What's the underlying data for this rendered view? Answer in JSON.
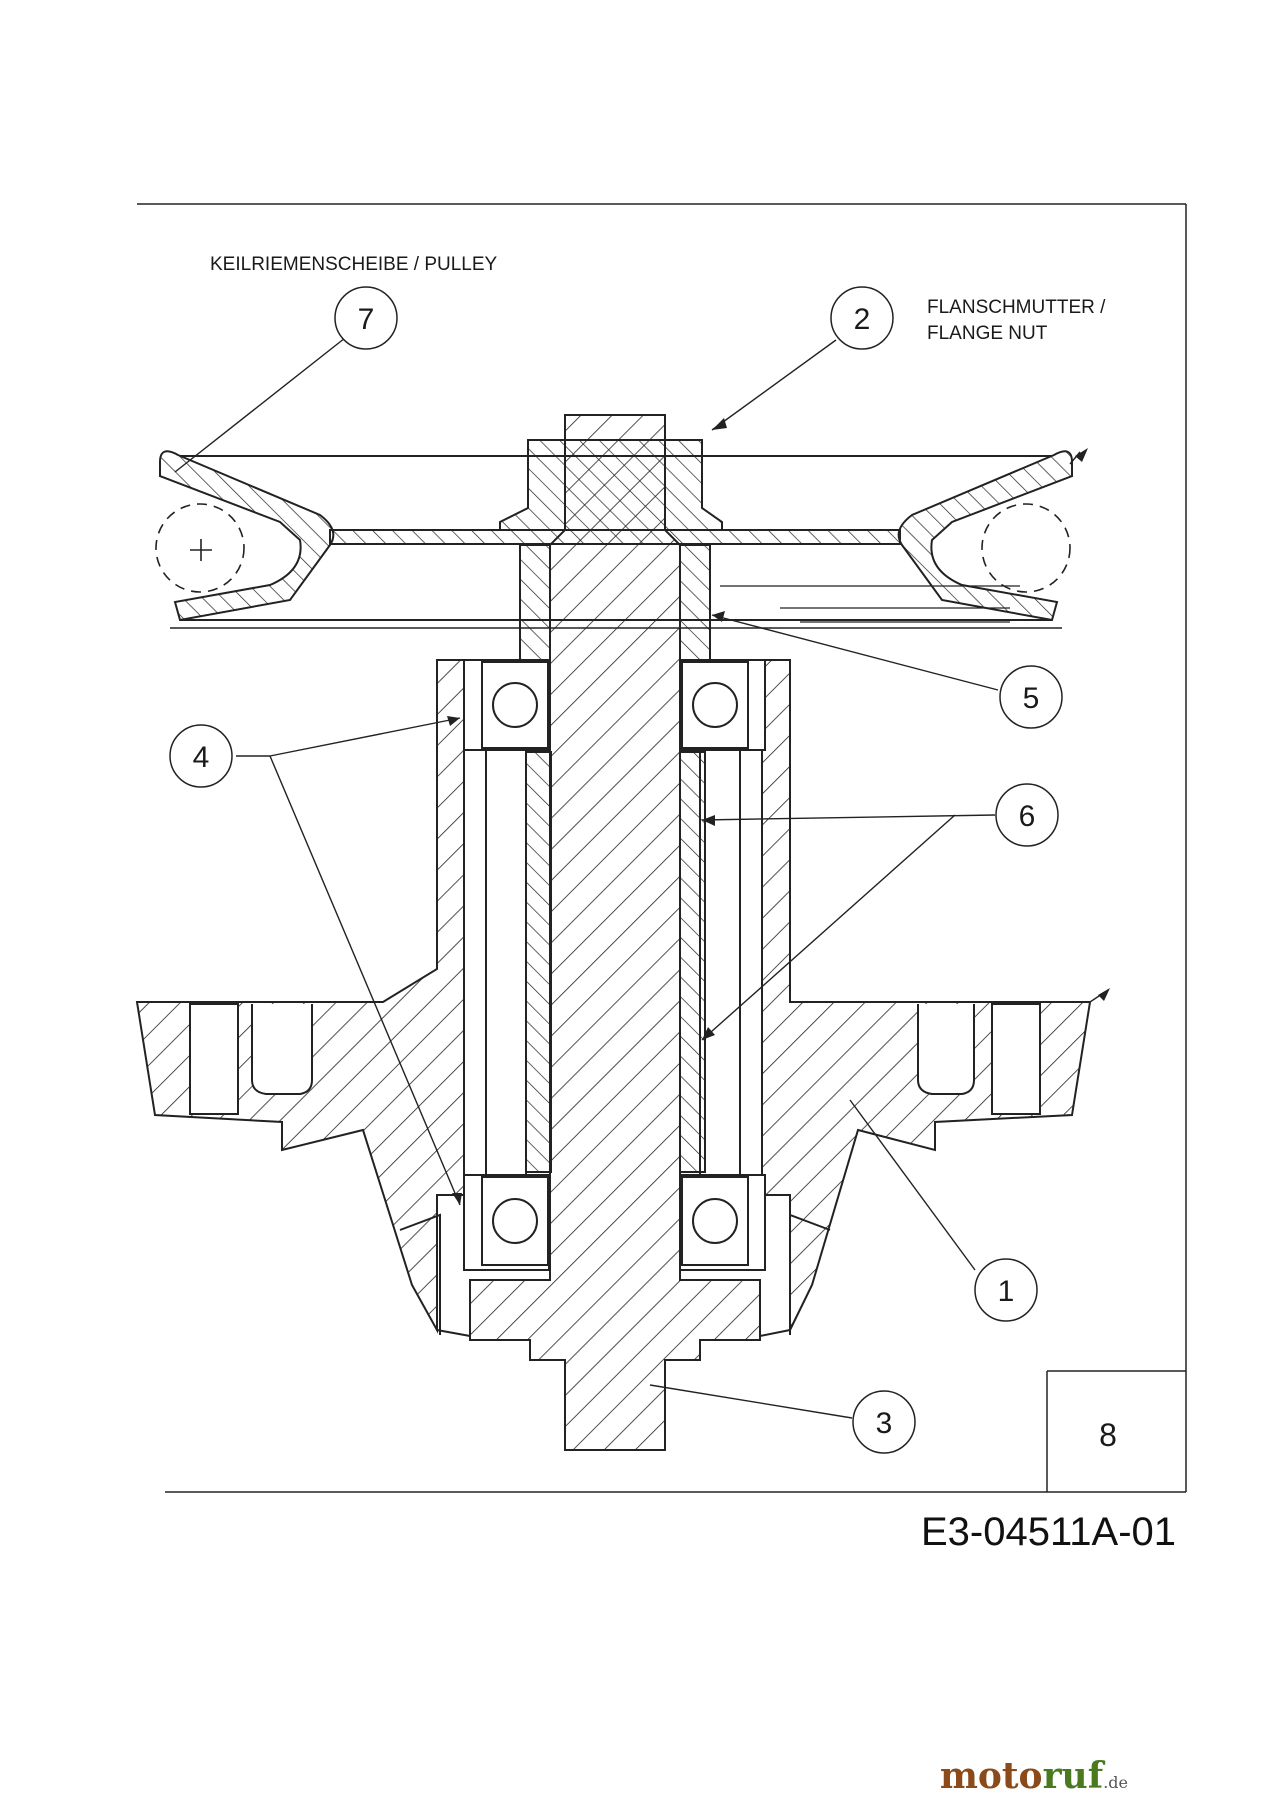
{
  "labels": {
    "pulley": "KEILRIEMENSCHEIBE / PULLEY",
    "flange_nut_line1": "FLANSCHMUTTER /",
    "flange_nut_line2": "FLANGE NUT"
  },
  "callouts": [
    "7",
    "2",
    "5",
    "4",
    "6",
    "1",
    "3"
  ],
  "page_number": "8",
  "drawing_code": "E3-04511A-01",
  "watermark": {
    "part1": "moto",
    "part2": "ruf",
    "suffix": ".de"
  }
}
